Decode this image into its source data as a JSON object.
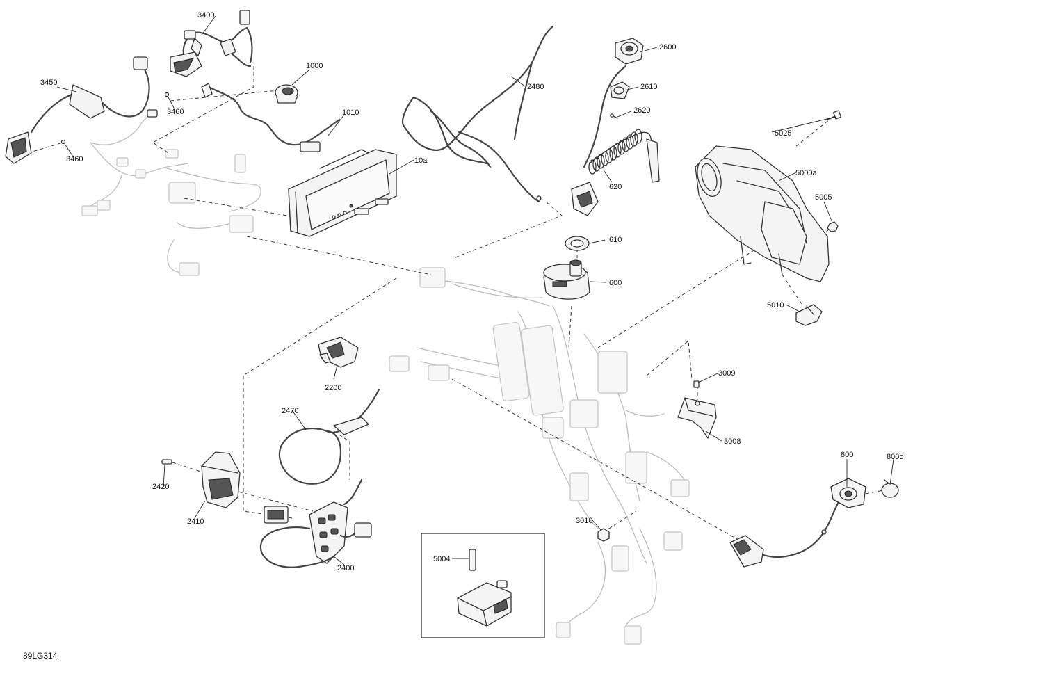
{
  "diagram": {
    "reference": "89LG314",
    "parts": [
      {
        "id": "3400",
        "label": "3400"
      },
      {
        "id": "3450",
        "label": "3450"
      },
      {
        "id": "3460a",
        "label": "3460"
      },
      {
        "id": "3460b",
        "label": "3460"
      },
      {
        "id": "1000",
        "label": "1000"
      },
      {
        "id": "1010",
        "label": "1010"
      },
      {
        "id": "10a",
        "label": "10a"
      },
      {
        "id": "2480",
        "label": "2480"
      },
      {
        "id": "2600",
        "label": "2600"
      },
      {
        "id": "2610",
        "label": "2610"
      },
      {
        "id": "2620",
        "label": "2620"
      },
      {
        "id": "620",
        "label": "620"
      },
      {
        "id": "610",
        "label": "610"
      },
      {
        "id": "600",
        "label": "600"
      },
      {
        "id": "5025",
        "label": "5025"
      },
      {
        "id": "5000a",
        "label": "5000a"
      },
      {
        "id": "5005",
        "label": "5005"
      },
      {
        "id": "5010",
        "label": "5010"
      },
      {
        "id": "2200",
        "label": "2200"
      },
      {
        "id": "3009",
        "label": "3009"
      },
      {
        "id": "3008",
        "label": "3008"
      },
      {
        "id": "2470",
        "label": "2470"
      },
      {
        "id": "2420",
        "label": "2420"
      },
      {
        "id": "2410",
        "label": "2410"
      },
      {
        "id": "2400",
        "label": "2400"
      },
      {
        "id": "800",
        "label": "800"
      },
      {
        "id": "800c",
        "label": "800c"
      },
      {
        "id": "3010",
        "label": "3010"
      },
      {
        "id": "5004",
        "label": "5004"
      }
    ]
  }
}
